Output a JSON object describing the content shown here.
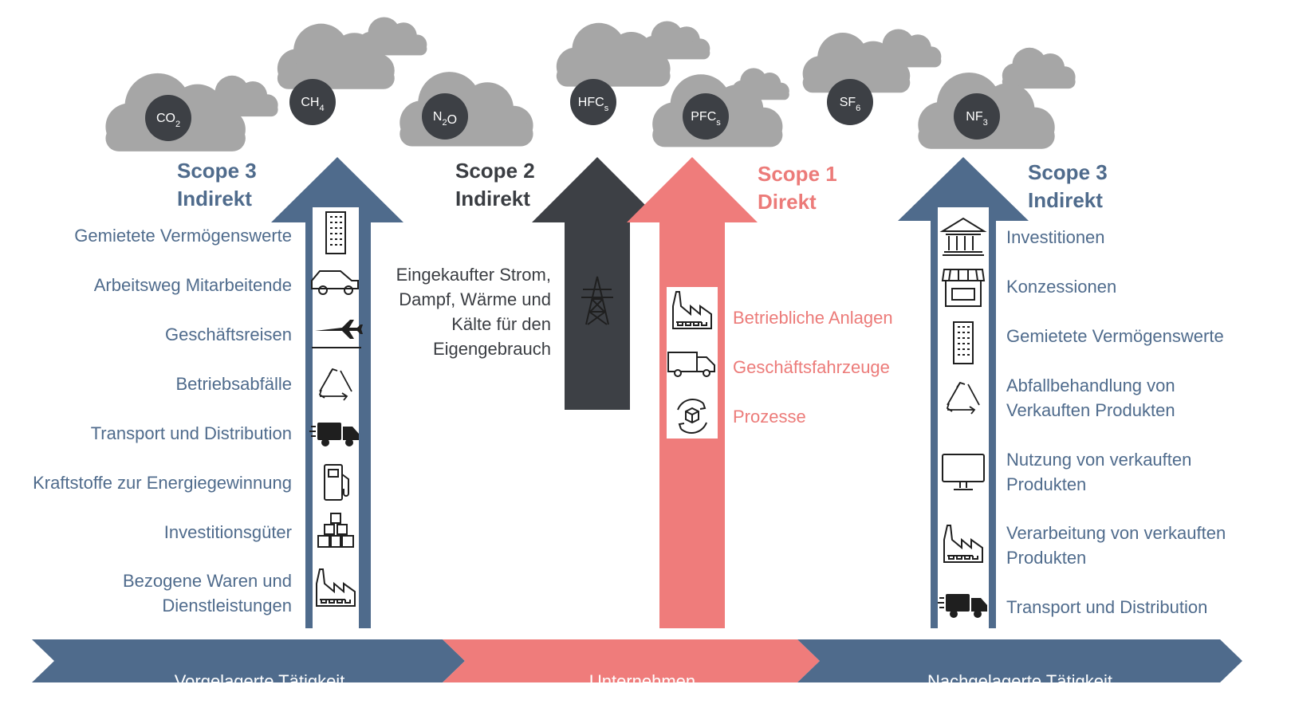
{
  "gases": [
    {
      "base": "CO",
      "sub": "2"
    },
    {
      "base": "CH",
      "sub": "4"
    },
    {
      "base": "N",
      "sub": "2",
      "tail": "O"
    },
    {
      "base": "HFC",
      "sub": "s"
    },
    {
      "base": "PFC",
      "sub": "s"
    },
    {
      "base": "SF",
      "sub": "6"
    },
    {
      "base": "NF",
      "sub": "3"
    }
  ],
  "scope3_left": {
    "title_line1": "Scope 3",
    "title_line2": "Indirekt",
    "items": [
      {
        "label": "Gemietete Vermögenswerte",
        "icon": "office-building-icon"
      },
      {
        "label": "Arbeitsweg Mitarbeitende",
        "icon": "car-icon"
      },
      {
        "label": "Geschäftsreisen",
        "icon": "airplane-icon"
      },
      {
        "label": "Betriebsabfälle",
        "icon": "recycle-icon"
      },
      {
        "label": "Transport und Distribution",
        "icon": "truck-icon"
      },
      {
        "label": "Kraftstoffe zur Energiegewinnung",
        "icon": "fuel-pump-icon"
      },
      {
        "label": "Investitionsgüter",
        "icon": "boxes-icon"
      },
      {
        "label_line1": "Bezogene Waren und",
        "label_line2": "Dienstleistungen",
        "icon": "factory-icon"
      }
    ]
  },
  "scope2": {
    "title_line1": "Scope 2",
    "title_line2": "Indirekt",
    "text_lines": [
      "Eingekaufter Strom,",
      "Dampf, Wärme und",
      "Kälte für den",
      "Eigengebrauch"
    ],
    "icon": "power-pylon-icon"
  },
  "scope1": {
    "title_line1": "Scope 1",
    "title_line2": "Direkt",
    "items": [
      {
        "label": "Betriebliche Anlagen",
        "icon": "factory-icon"
      },
      {
        "label": "Geschäftsfahrzeuge",
        "icon": "delivery-van-icon"
      },
      {
        "label": "Prozesse",
        "icon": "process-cycle-icon"
      }
    ]
  },
  "scope3_right": {
    "title_line1": "Scope 3",
    "title_line2": "Indirekt",
    "items": [
      {
        "label": "Investitionen",
        "icon": "bank-icon"
      },
      {
        "label": "Konzessionen",
        "icon": "storefront-icon"
      },
      {
        "label": "Gemietete Vermögenswerte",
        "icon": "office-building-icon"
      },
      {
        "label_line1": "Abfallbehandlung von",
        "label_line2": "Verkauften Produkten",
        "icon": "recycle-icon"
      },
      {
        "label_line1": "Nutzung von verkauften",
        "label_line2": "Produkten",
        "icon": "monitor-icon"
      },
      {
        "label_line1": "Verarbeitung von verkauften",
        "label_line2": "Produkten",
        "icon": "factory-icon"
      },
      {
        "label": "Transport und Distribution",
        "icon": "truck-icon"
      }
    ]
  },
  "value_chain": {
    "upstream": "Vorgelagerte Tätigkeit",
    "company": "Unternehmen",
    "downstream": "Nachgelagerte Tätigkeit"
  },
  "colors": {
    "blue": "#4f6b8c",
    "dark": "#3d4045",
    "red": "#ef7c7b",
    "cloud": "#a6a6a6",
    "gas_circle": "#3d4045"
  }
}
